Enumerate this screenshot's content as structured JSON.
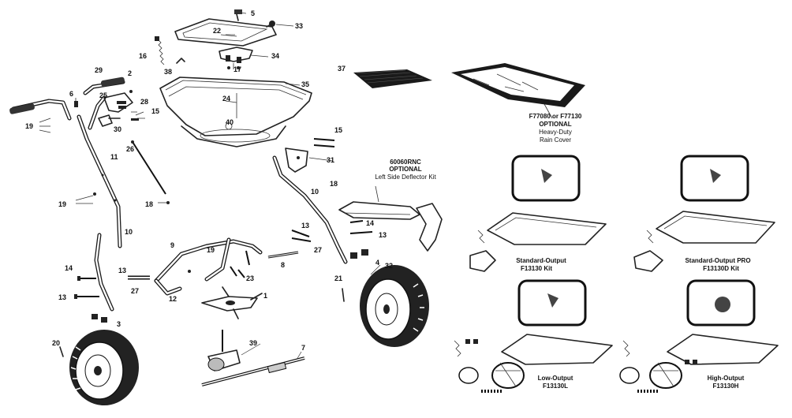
{
  "part_numbers": {
    "p1": "1",
    "p2": "2",
    "p3": "3",
    "p4": "4",
    "p5": "5",
    "p6": "6",
    "p7": "7",
    "p8": "8",
    "p9": "9",
    "p10a": "10",
    "p10b": "10",
    "p11": "11",
    "p12": "12",
    "p13a": "13",
    "p13b": "13",
    "p13c": "13",
    "p13d": "13",
    "p14a": "14",
    "p14b": "14",
    "p15a": "15",
    "p15b": "15",
    "p16": "16",
    "p17": "17",
    "p18a": "18",
    "p18b": "18",
    "p19a": "19",
    "p19b": "19",
    "p19c": "19",
    "p20": "20",
    "p21": "21",
    "p22": "22",
    "p23": "23",
    "p24": "24",
    "p25": "25",
    "p26": "26",
    "p27a": "27",
    "p27b": "27",
    "p28": "28",
    "p29": "29",
    "p30": "30",
    "p31": "31",
    "p32": "32",
    "p33": "33",
    "p34": "34",
    "p35": "35",
    "p37": "37",
    "p38": "38",
    "p39": "39",
    "p40": "40"
  },
  "callouts": {
    "rain_cover": {
      "line1": "F77080 or F77130",
      "line2": "OPTIONAL",
      "line3": "Heavy-Duty",
      "line4": "Rain Cover"
    },
    "deflector": {
      "line1": "60060RNC",
      "line2": "OPTIONAL",
      "line3": "Left Side Deflector Kit"
    }
  },
  "kits": [
    {
      "name": "Standard-Output",
      "code": "F13130 Kit"
    },
    {
      "name": "Standard-Output PRO",
      "code": "F13130D Kit"
    },
    {
      "name": "Low-Output",
      "code": "F13130L"
    },
    {
      "name": "High-Output",
      "code": "F13130H"
    }
  ]
}
